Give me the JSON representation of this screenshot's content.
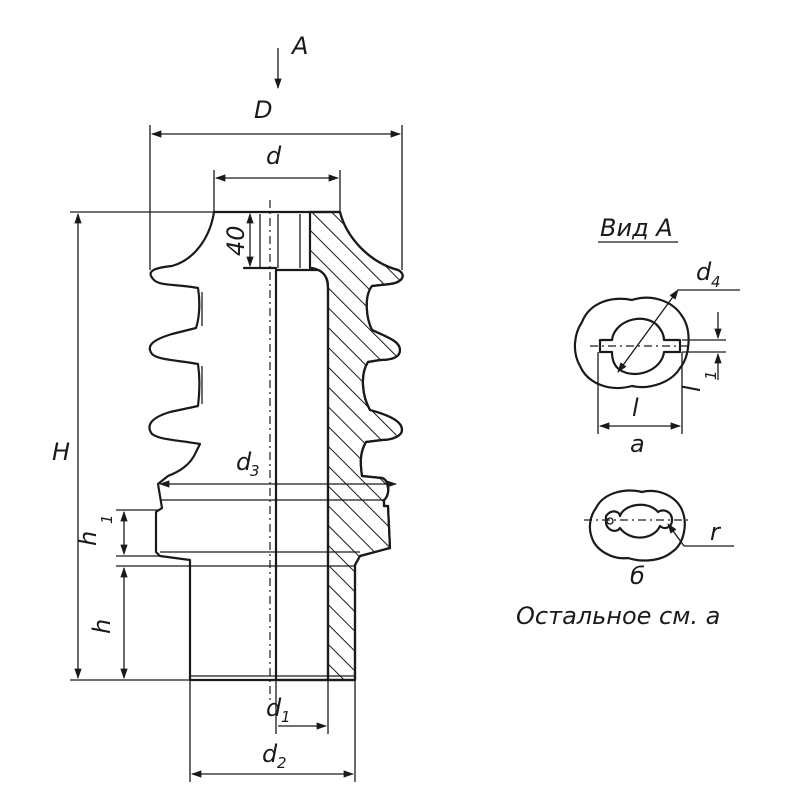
{
  "labels": {
    "A": "A",
    "D": "D",
    "d": "d",
    "dim_40": "40",
    "H": "H",
    "d3": "d",
    "d3_sub": "3",
    "h1": "h",
    "h1_sub": "1",
    "h": "h",
    "d1": "d",
    "d1_sub": "1",
    "d2": "d",
    "d2_sub": "2",
    "view_a_title": "Вид A",
    "d4": "d",
    "d4_sub": "4",
    "l1": "l",
    "l1_sub": "1",
    "l": "l",
    "a": "a",
    "r": "r",
    "b": "б",
    "note": "Остальное см. a"
  }
}
